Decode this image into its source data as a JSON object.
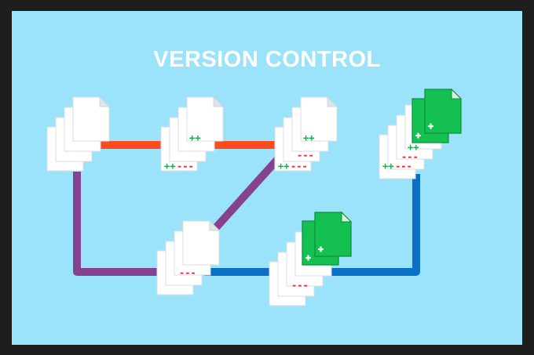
{
  "title": "VERSION CONTROL",
  "colors": {
    "background": "#9be2fb",
    "frame": "#1e1e1e",
    "main_branch": "#ff4a1c",
    "merge_branch": "#86418f",
    "feature_branch": "#0a70c6",
    "new_file": "#13c050",
    "added_marks": "#13b34a",
    "removed_marks": "#e8211f",
    "document": "#ffffff"
  },
  "icons": [
    "document-stack-icon",
    "new-document-icon",
    "branch-line"
  ],
  "nodes": [
    {
      "name": "commit-1",
      "additions": "",
      "additions_upper": "",
      "deletions": ""
    },
    {
      "name": "commit-2",
      "additions": "++",
      "additions_upper": "++",
      "deletions": "---"
    },
    {
      "name": "commit-3",
      "additions": "++",
      "additions_upper": "++",
      "deletions": "---"
    },
    {
      "name": "commit-4",
      "additions": "++",
      "additions_upper": "++",
      "deletions": "---",
      "new_files": 2
    },
    {
      "name": "commit-branch-1",
      "additions": "",
      "additions_upper": "",
      "deletions": "---"
    },
    {
      "name": "commit-branch-2",
      "additions": "",
      "additions_upper": "",
      "deletions": "---",
      "new_files": 2
    }
  ]
}
